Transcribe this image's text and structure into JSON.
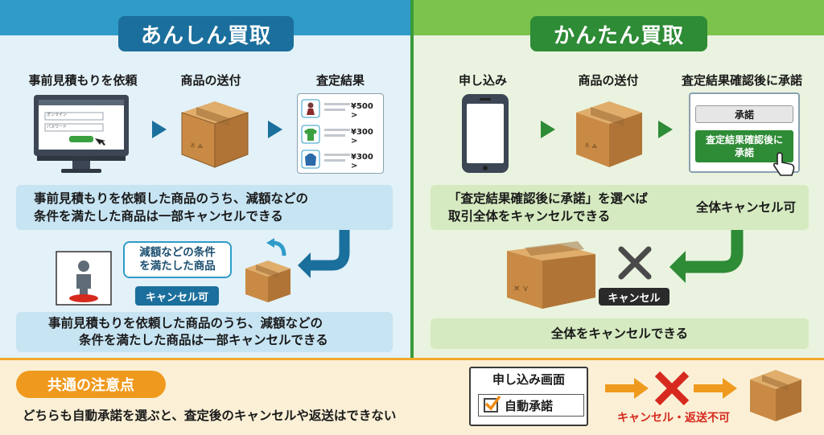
{
  "left": {
    "title": "あんしん買取",
    "steps": [
      "事前見積もりを依頼",
      "商品の送付",
      "査定結果"
    ],
    "form_field_1": "オンライン",
    "form_field_2": "パスワード",
    "results": [
      {
        "price": "¥500 >"
      },
      {
        "price": "¥300 >"
      },
      {
        "price": "¥300 >"
      }
    ],
    "note1_line1": "事前見積もりを依頼した商品のうち、減額などの",
    "note1_line2": "条件を満たした商品は一部キャンセルできる",
    "bubble_line1": "減額などの条件",
    "bubble_line2": "を満たした商品",
    "cancel_ok": "キャンセル可",
    "note2_line1": "事前見積もりを依頼した商品のうち、減額などの",
    "note2_line2": "条件を満たした商品は一部キャンセルできる"
  },
  "right": {
    "title": "かんたん買取",
    "steps": [
      "申し込み",
      "商品の送付",
      "査定結果確認後に承諾"
    ],
    "btn_accept": "承諾",
    "btn_after_line1": "査定結果確認後に",
    "btn_after_line2": "承諾",
    "note1_line1": "「査定結果確認後に承諾」を選べば",
    "note1_line2": "取引全体をキャンセルできる",
    "note1_right": "全体キャンセル可",
    "cancel_badge": "キャンセル",
    "note2": "全体をキャンセルできる"
  },
  "common": {
    "tag": "共通の注意点",
    "text": "どちらも自動承諾を選ぶと、査定後のキャンセルや返送はできない",
    "screen_title": "申し込み画面",
    "checkbox_label": "自動承諾",
    "no_cancel": "キャンセル・返送不可"
  },
  "colors": {
    "blue_dark": "#1b6f9c",
    "blue_strip": "#2f9bc8",
    "green_dark": "#2e8b36",
    "green_strip": "#7cc34c",
    "orange": "#ef9a1e",
    "red": "#d62a1f"
  }
}
